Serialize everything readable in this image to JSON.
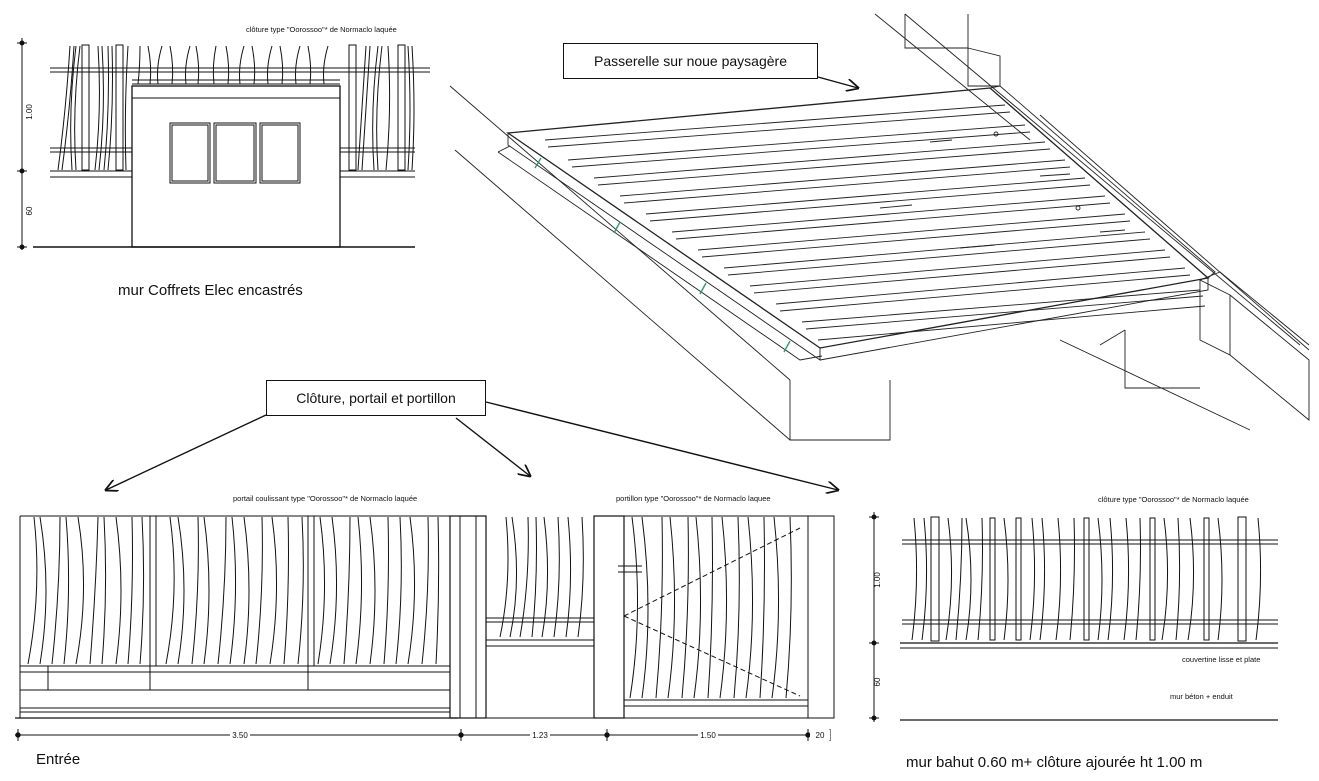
{
  "callouts": {
    "passerelle": "Passerelle sur noue paysagère",
    "cloture": "Clôture, portail et portillon"
  },
  "elec_wall": {
    "spec": "clôture type \"Oorossoo\"* de Normaclo laquée",
    "dim_upper": "1.00",
    "dim_lower": "60",
    "title": "mur Coffrets Elec encastrés"
  },
  "entrance": {
    "gate_spec": "portail coulissant type \"Oorossoo\"* de Normaclo laquée",
    "wicket_spec": "portillon type \"Oorossoo\"* de Normaclo laquee",
    "dims": [
      "3.50",
      "1.23",
      "1.50",
      "20"
    ],
    "title": "Entrée"
  },
  "low_wall": {
    "spec": "clôture type \"Oorossoo\"* de Normaclo laquée",
    "dim_upper": "1.00",
    "dim_lower": "60",
    "coping": "couvertine lisse et plate",
    "wall": "mur béton + enduit",
    "title": "mur bahut 0.60 m+ clôture ajourée ht 1.00 m"
  }
}
